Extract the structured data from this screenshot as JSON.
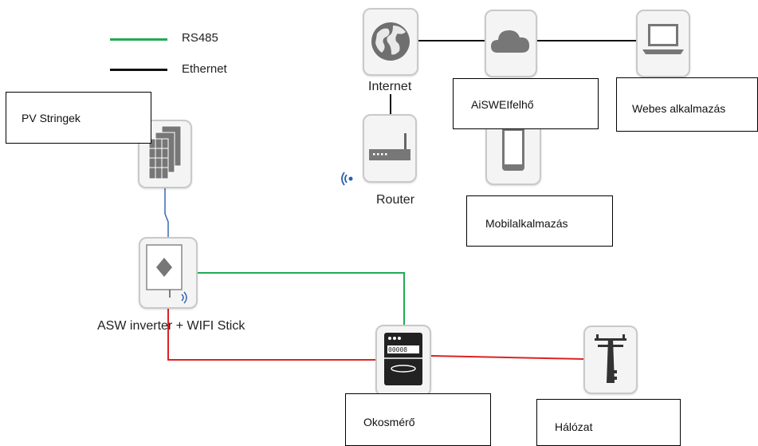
{
  "legend": [
    {
      "label": "RS485",
      "color": "#22aa55"
    },
    {
      "label": "Ethernet",
      "color": "#111111"
    }
  ],
  "boxes": {
    "pv": "PV Stringek",
    "cloud": "AiSWEIfelhő",
    "web": "Webes alkalmazás",
    "mobile": "Mobilalkalmazás",
    "meter": "Okosmérő",
    "grid": "Hálózat"
  },
  "labels": {
    "internet": "Internet",
    "router": "Router",
    "inverter": "ASW inverter + WIFI Stick"
  },
  "icons": [
    "globe-icon",
    "cloud-icon",
    "laptop-icon",
    "router-icon",
    "smartphone-icon",
    "solar-panel-icon",
    "inverter-icon",
    "smart-meter-icon",
    "power-pole-icon"
  ],
  "colors": {
    "rs485": "#22aa55",
    "ethernet": "#111111",
    "power": "#dd2222",
    "dc": "#3a66b0"
  }
}
